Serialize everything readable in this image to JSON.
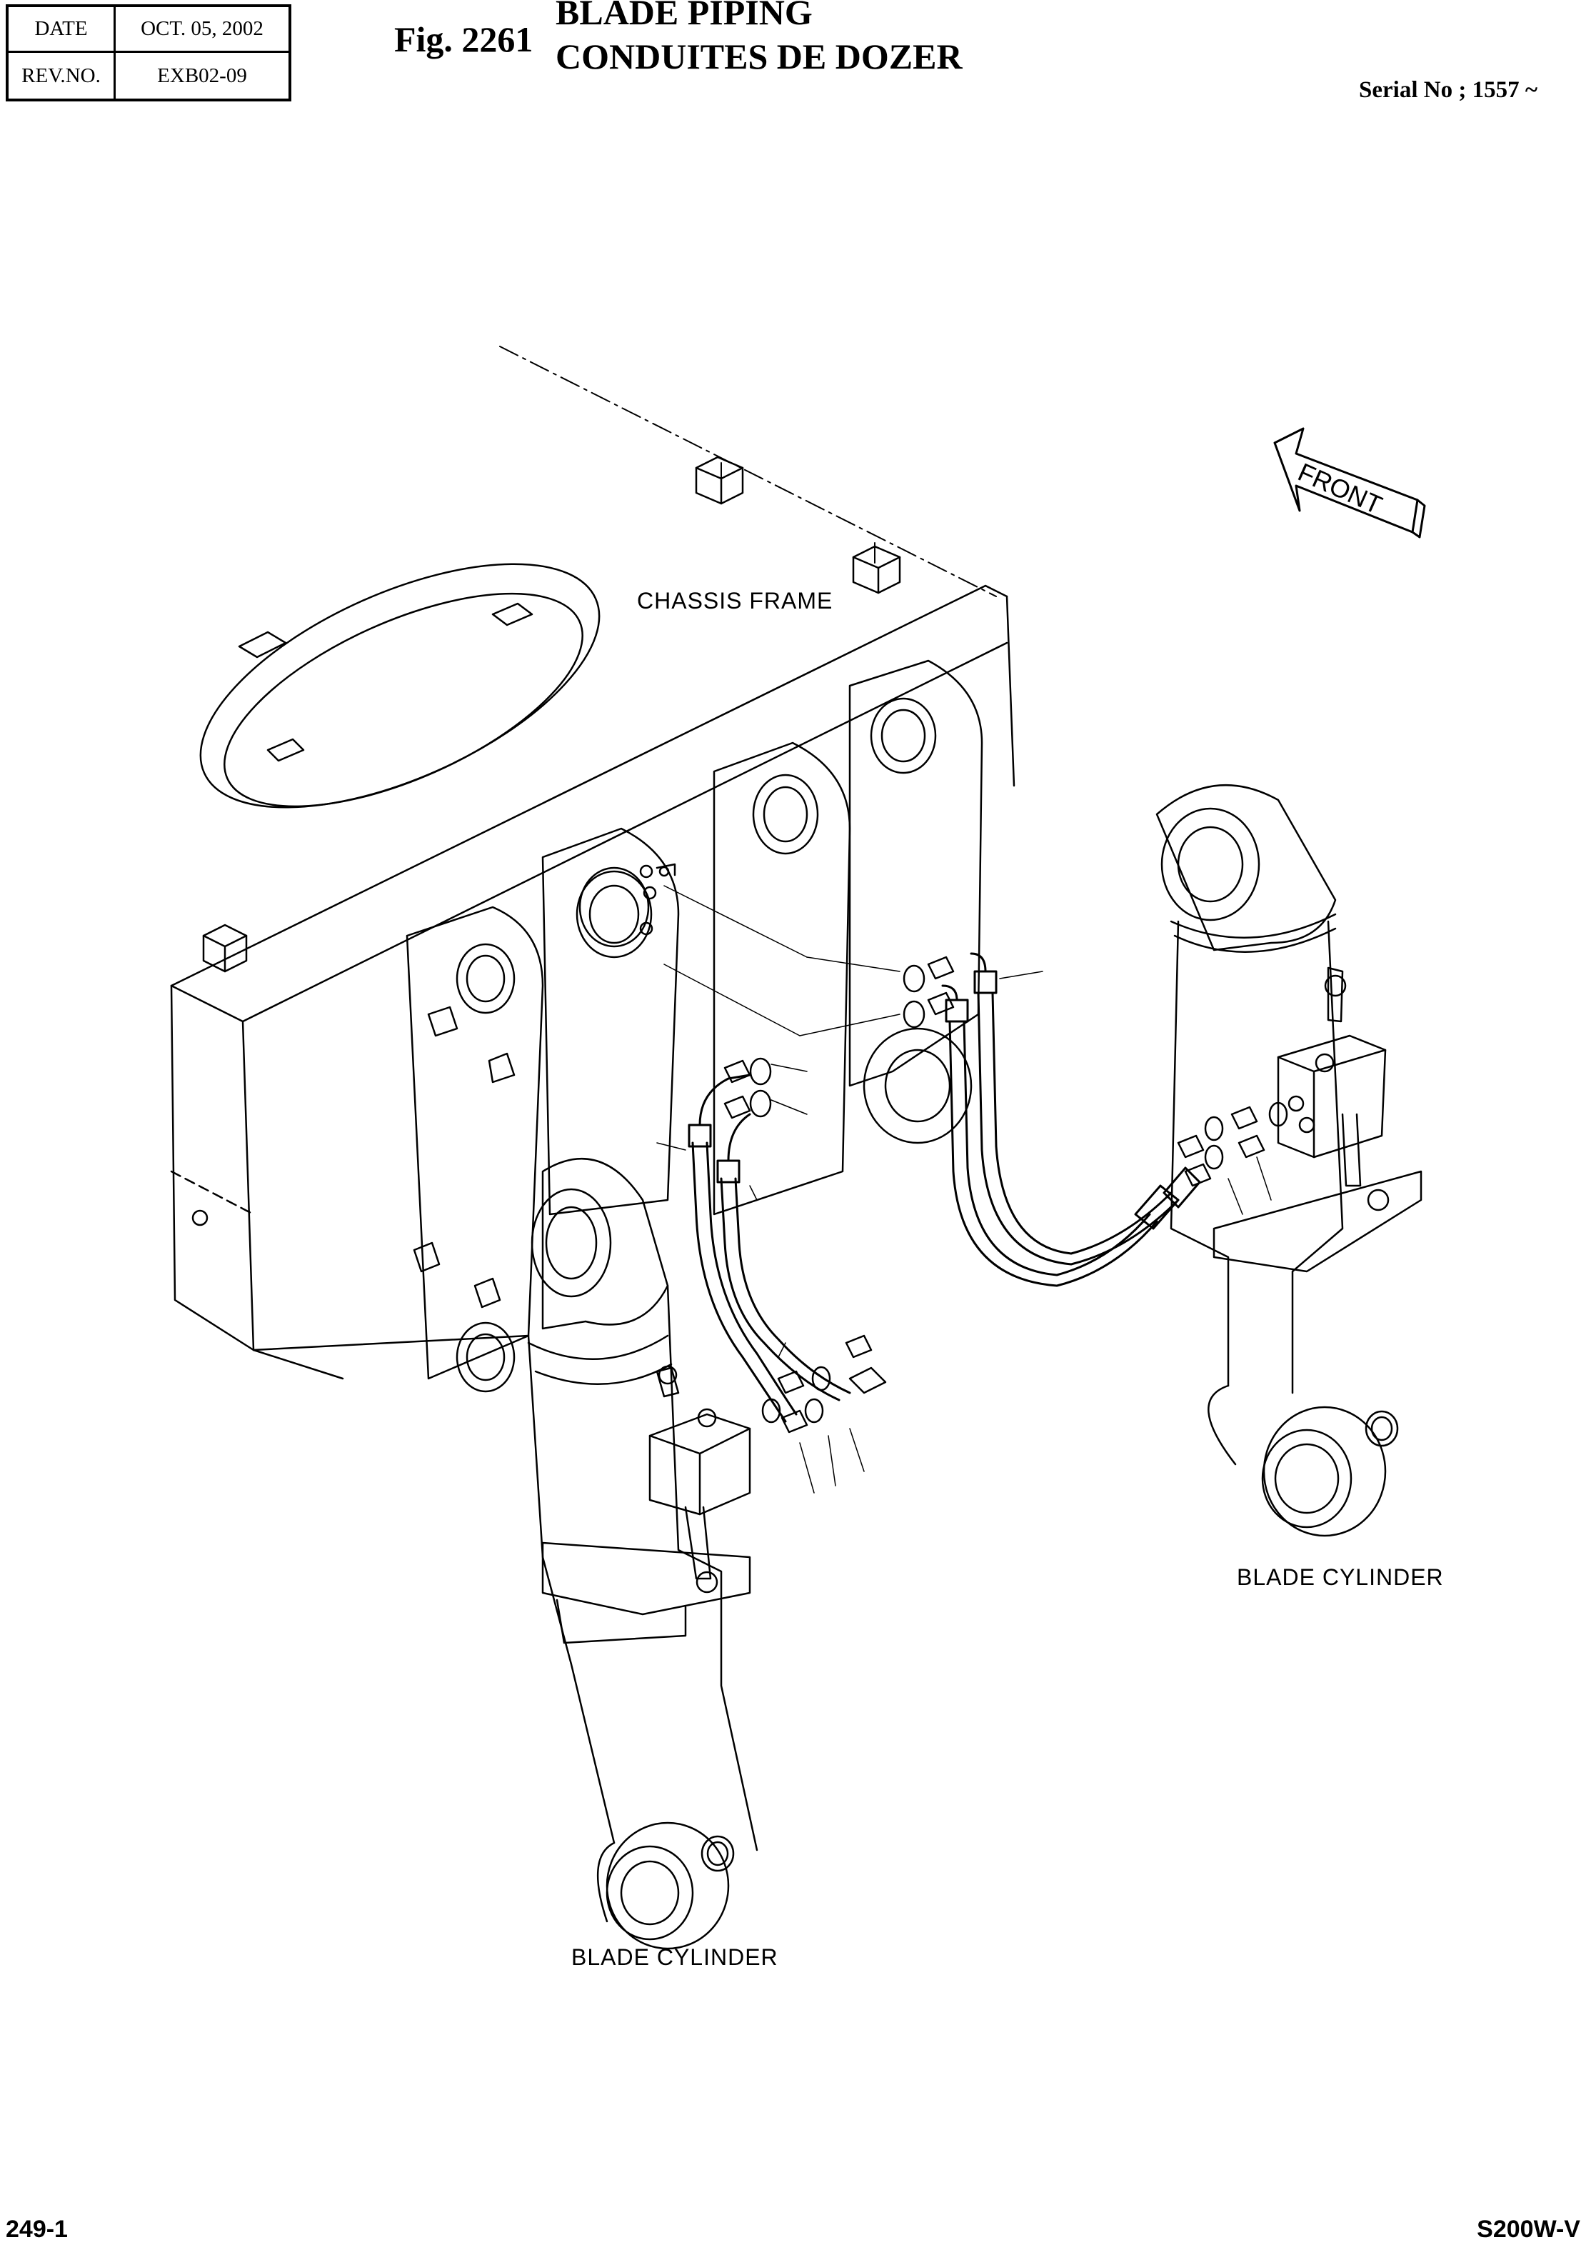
{
  "header": {
    "date_label": "DATE",
    "date_value": "OCT. 05, 2002",
    "rev_label": "REV.NO.",
    "rev_value": "EXB02-09",
    "fig_label": "Fig. 2261",
    "title_line1": "BLADE PIPING",
    "title_line2": "CONDUITES DE DOZER",
    "serial": "Serial No ; 1557 ~"
  },
  "labels": {
    "chassis_frame": "CHASSIS FRAME",
    "blade_cylinder_right": "BLADE CYLINDER",
    "blade_cylinder_left": "BLADE CYLINDER",
    "front": "FRONT"
  },
  "footer": {
    "page_number": "249-1",
    "model": "S200W-V"
  }
}
